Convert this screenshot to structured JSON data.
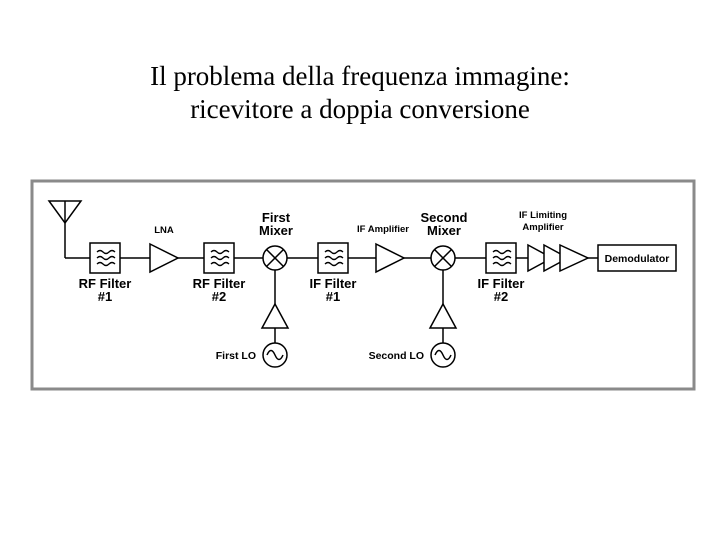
{
  "title": {
    "line1": "Il problema della frequenza immagine:",
    "line2": "ricevitore a doppia conversione"
  },
  "diagram": {
    "lna_label": "LNA",
    "rf_filter_1": {
      "line1": "RF Filter",
      "line2": "#1"
    },
    "rf_filter_2": {
      "line1": "RF Filter",
      "line2": "#2"
    },
    "first_mixer": {
      "line1": "First",
      "line2": "Mixer"
    },
    "if_amplifier_label": "IF Amplifier",
    "if_filter_1": {
      "line1": "IF Filter",
      "line2": "#1"
    },
    "second_mixer": {
      "line1": "Second",
      "line2": "Mixer"
    },
    "if_limiting_amplifier": {
      "line1": "IF Limiting",
      "line2": "Amplifier"
    },
    "if_filter_2": {
      "line1": "IF Filter",
      "line2": "#2"
    },
    "demodulator_label": "Demodulator",
    "first_lo_label": "First LO",
    "second_lo_label": "Second LO"
  },
  "colors": {
    "frame": "#8a8a8a",
    "ink": "#000000",
    "background": "#ffffff"
  }
}
